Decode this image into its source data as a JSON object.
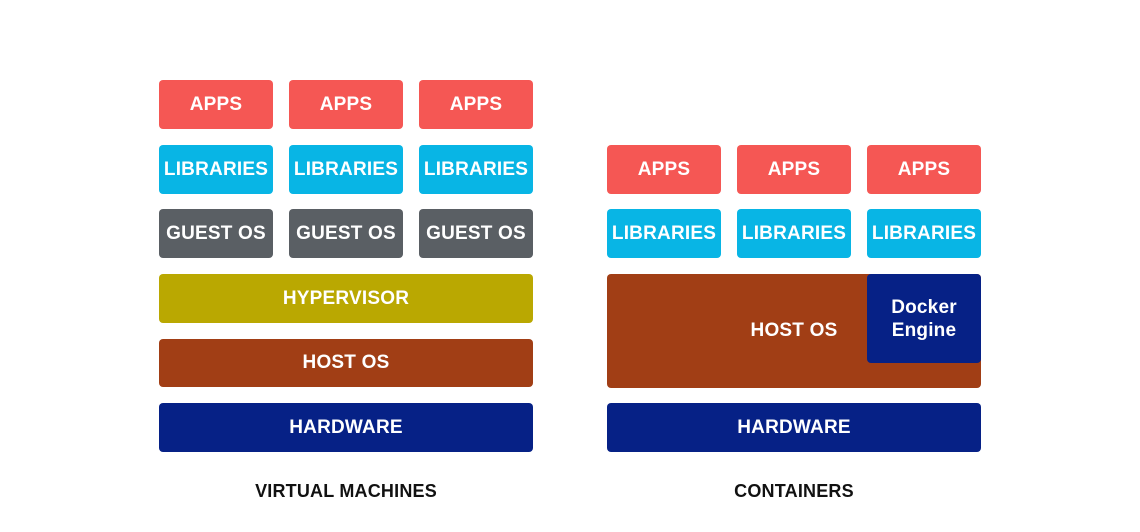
{
  "vm": {
    "apps": [
      "APPS",
      "APPS",
      "APPS"
    ],
    "libraries": [
      "LIBRARIES",
      "LIBRARIES",
      "LIBRARIES"
    ],
    "guest_os": [
      "GUEST OS",
      "GUEST OS",
      "GUEST OS"
    ],
    "hypervisor": "HYPERVISOR",
    "host_os": "HOST OS",
    "hardware": "HARDWARE",
    "caption": "VIRTUAL MACHINES"
  },
  "containers": {
    "apps": [
      "APPS",
      "APPS",
      "APPS"
    ],
    "libraries": [
      "LIBRARIES",
      "LIBRARIES",
      "LIBRARIES"
    ],
    "host_os": "HOST OS",
    "docker_engine": "Docker Engine",
    "hardware": "HARDWARE",
    "caption": "CONTAINERS"
  },
  "colors": {
    "apps": "#f55754",
    "libraries": "#08b5e5",
    "guest_os": "#5a5f64",
    "hypervisor": "#baa801",
    "host_os": "#a13e15",
    "hardware": "#062186",
    "docker_engine": "#062186"
  }
}
